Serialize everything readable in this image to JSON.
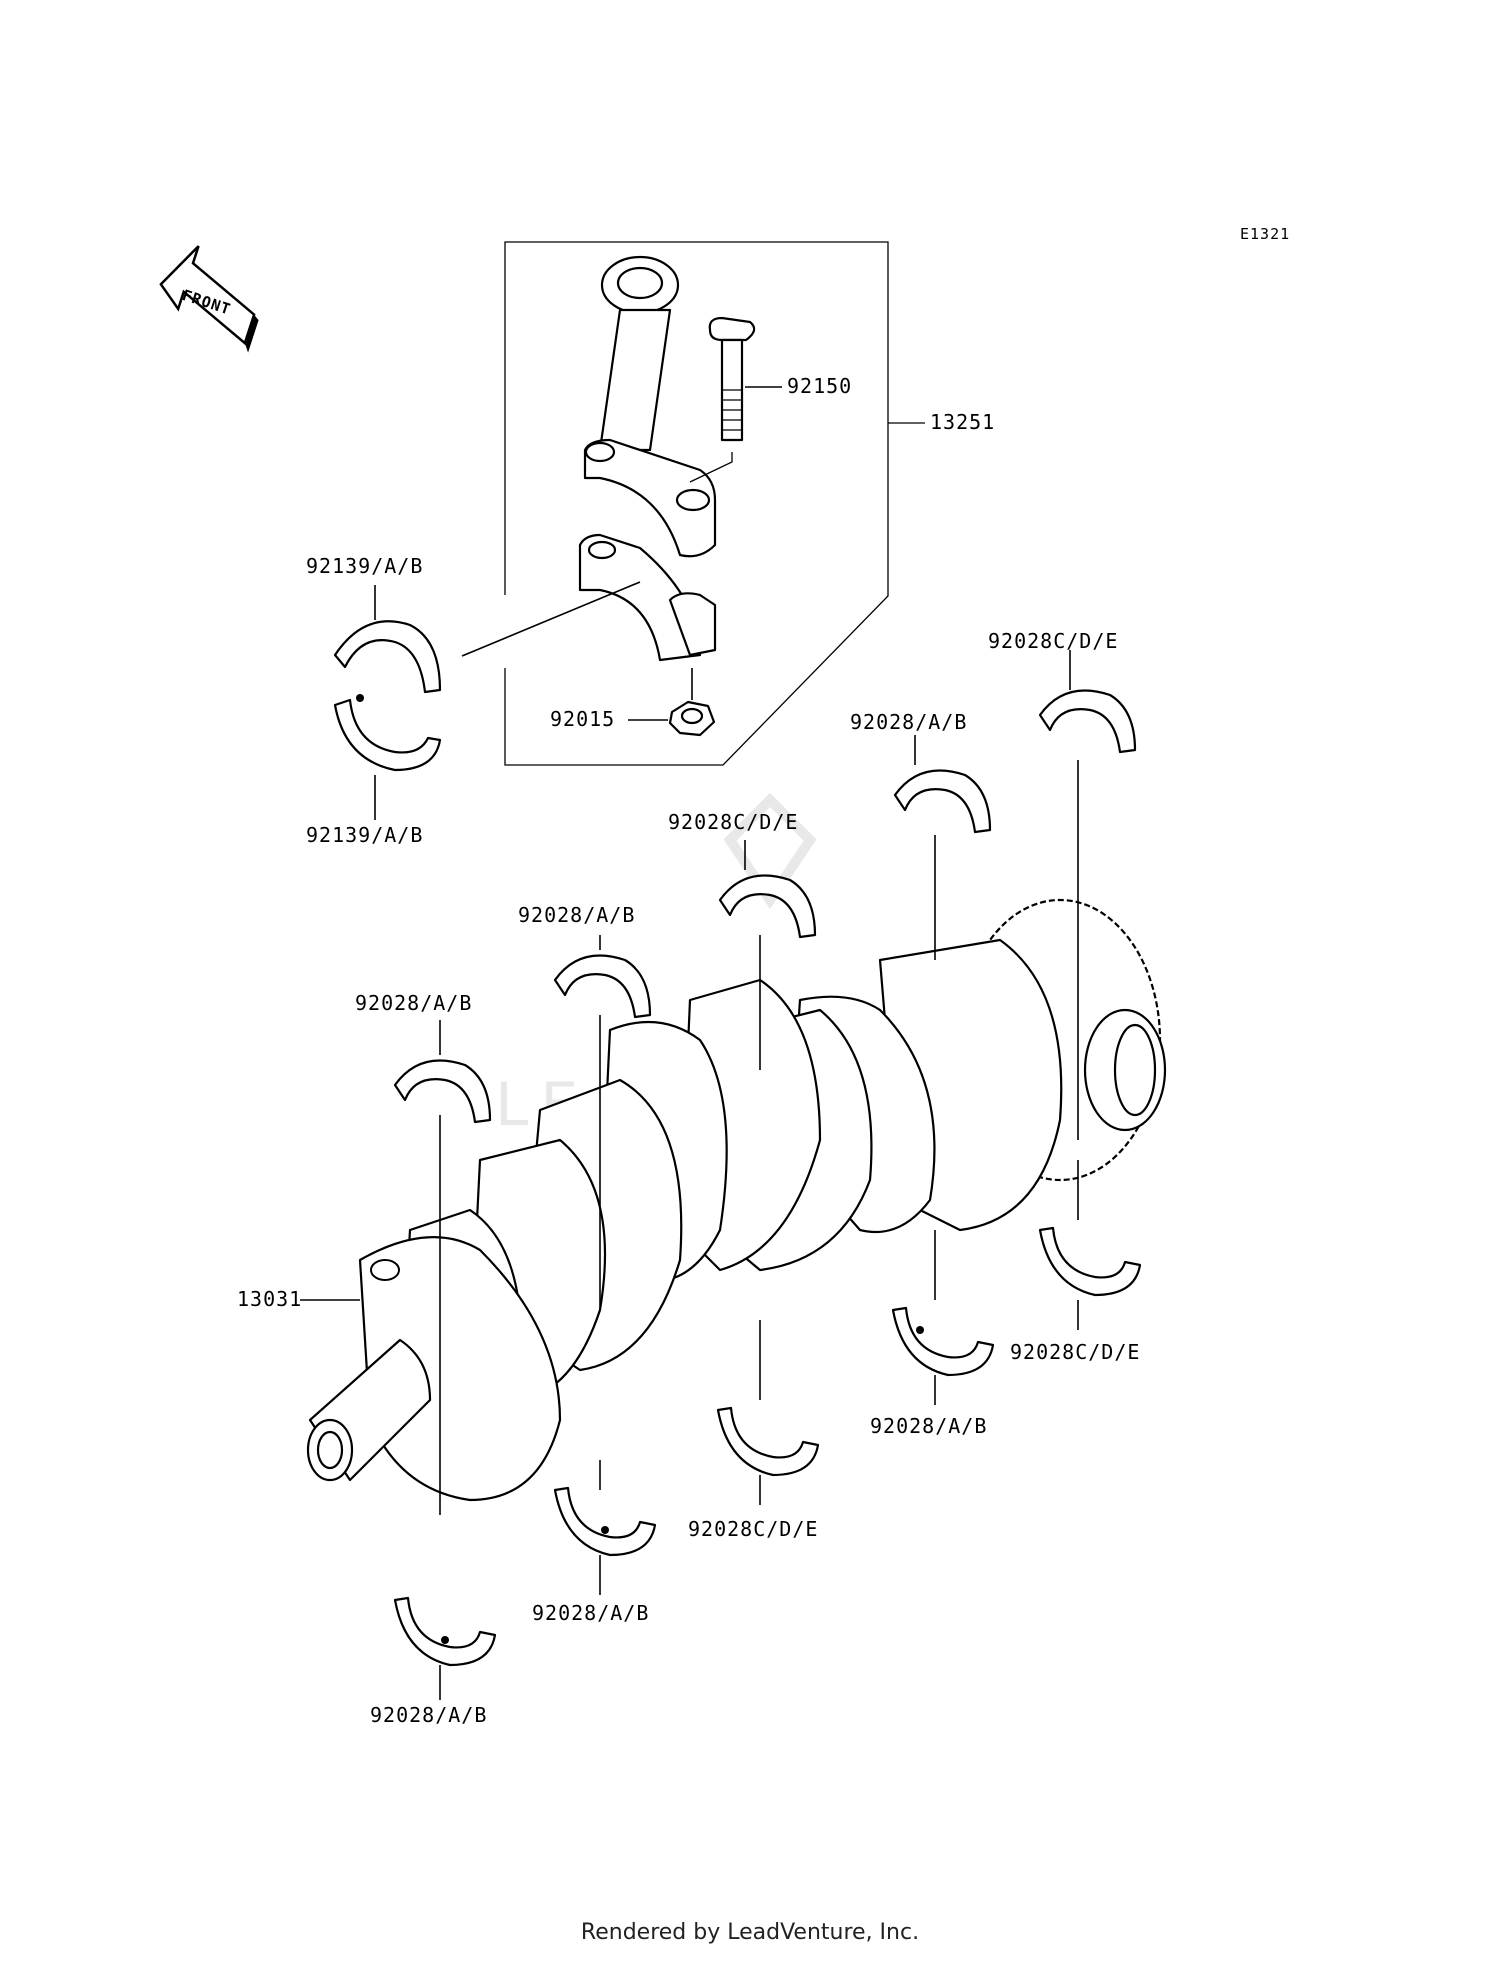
{
  "diagram_id": "E1321",
  "front_arrow_label": "FRONT",
  "watermark": "LEADVENTURE",
  "footer": "Rendered by LeadVenture, Inc.",
  "labels": {
    "connecting_rod_assembly": "13251",
    "rod_bolt": "92150",
    "rod_nut": "92015",
    "rod_bearing_upper": "92139/A/B",
    "rod_bearing_lower": "92139/A/B",
    "crankshaft": "13031",
    "main_bearing_upper_1": "92028/A/B",
    "main_bearing_upper_2": "92028/A/B",
    "main_bearing_upper_3": "92028C/D/E",
    "main_bearing_upper_4": "92028/A/B",
    "main_bearing_upper_5": "92028C/D/E",
    "main_bearing_lower_1": "92028/A/B",
    "main_bearing_lower_2": "92028/A/B",
    "main_bearing_lower_3": "92028C/D/E",
    "main_bearing_lower_4": "92028/A/B",
    "main_bearing_lower_5": "92028C/D/E"
  }
}
